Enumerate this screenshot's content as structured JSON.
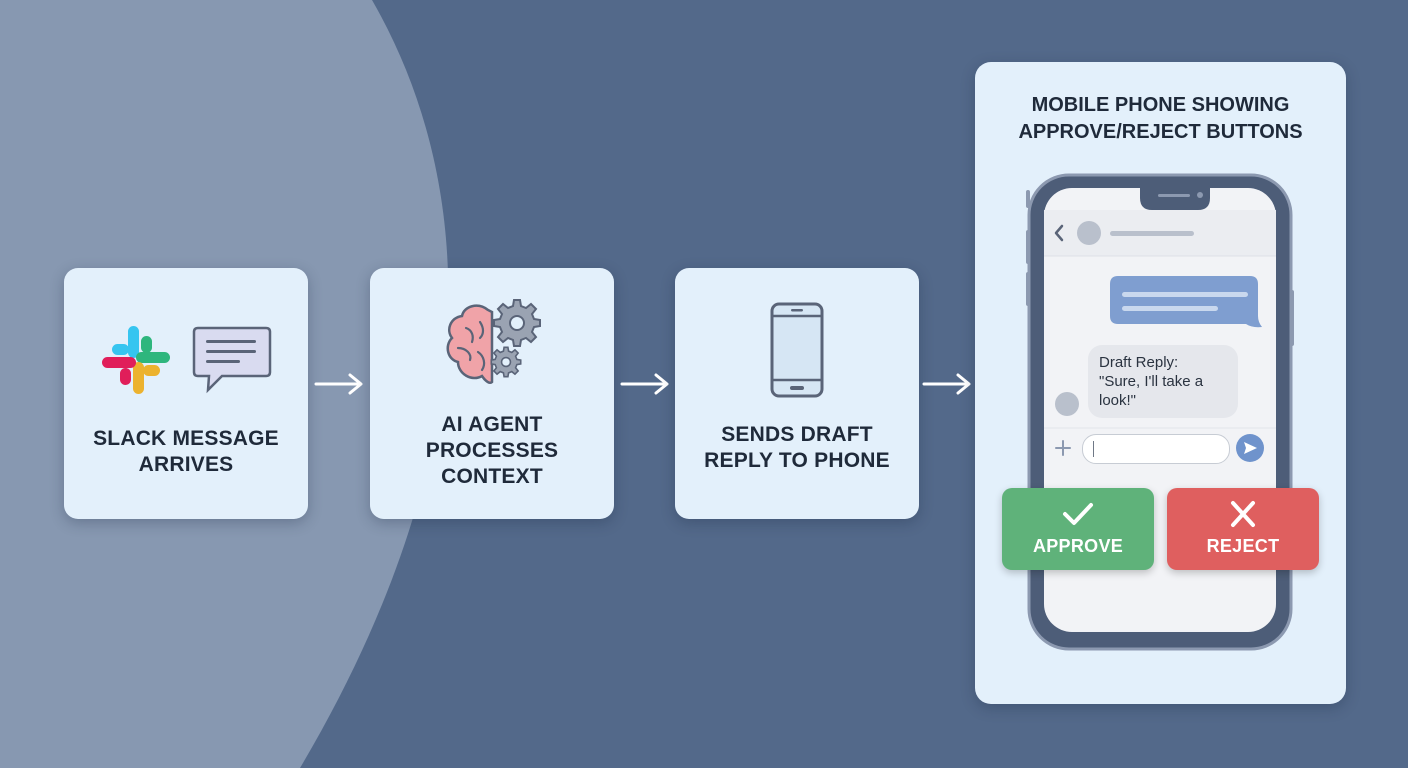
{
  "steps": [
    {
      "label_lines": [
        "SLACK MESSAGE",
        "ARRIVES"
      ],
      "icons": [
        "slack-logo-icon",
        "chat-bubble-icon"
      ]
    },
    {
      "label_lines": [
        "AI AGENT",
        "PROCESSES",
        "CONTEXT"
      ],
      "icons": [
        "brain-icon",
        "gear-icon"
      ]
    },
    {
      "label_lines": [
        "SENDS DRAFT",
        "REPLY TO PHONE"
      ],
      "icons": [
        "smartphone-icon"
      ]
    }
  ],
  "panel": {
    "title_lines": [
      "MOBILE PHONE SHOWING",
      "APPROVE/REJECT BUTTONS"
    ],
    "draft_lines": [
      "Draft Reply:",
      "\"Sure, I'll take a",
      "look!\""
    ],
    "approve_label": "APPROVE",
    "reject_label": "REJECT"
  },
  "colors": {
    "background": "#53698a",
    "card": "#e3f0fb",
    "approve": "#5fb27a",
    "reject": "#df5f5f",
    "message_bubble": "#7f9ed0"
  }
}
